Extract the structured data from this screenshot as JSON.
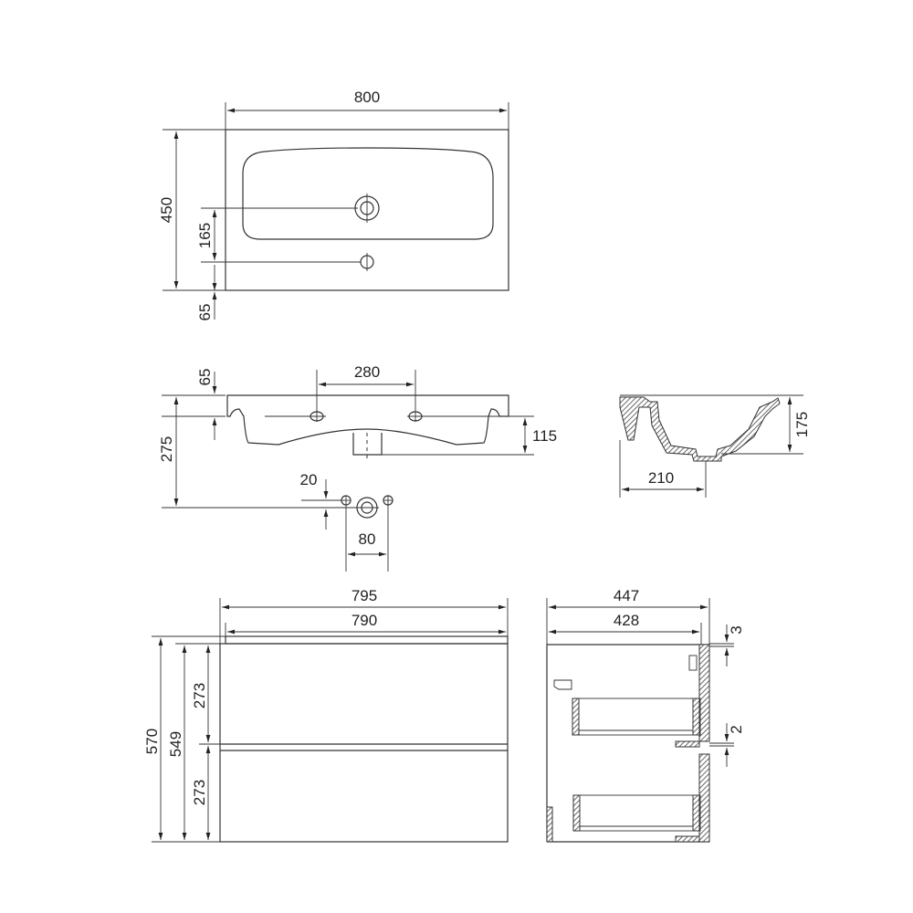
{
  "drawing": {
    "top_view": {
      "width": "800",
      "depth": "450",
      "hole_spacing": "165",
      "front_offset": "65"
    },
    "side_view": {
      "rim": "65",
      "overflow_spacing": "280",
      "basin_depth": "115",
      "total_depth": "275",
      "drain_offset": "20",
      "tap_spacing": "80"
    },
    "section_view": {
      "height": "175",
      "drain_position": "210"
    },
    "cabinet_front": {
      "outer_width": "795",
      "inner_width": "790",
      "total_height": "570",
      "body_height": "549",
      "drawer_top": "273",
      "drawer_bottom": "273"
    },
    "cabinet_side": {
      "outer_depth": "447",
      "inner_depth": "428",
      "top_gap": "3",
      "drawer_gap": "2"
    }
  }
}
